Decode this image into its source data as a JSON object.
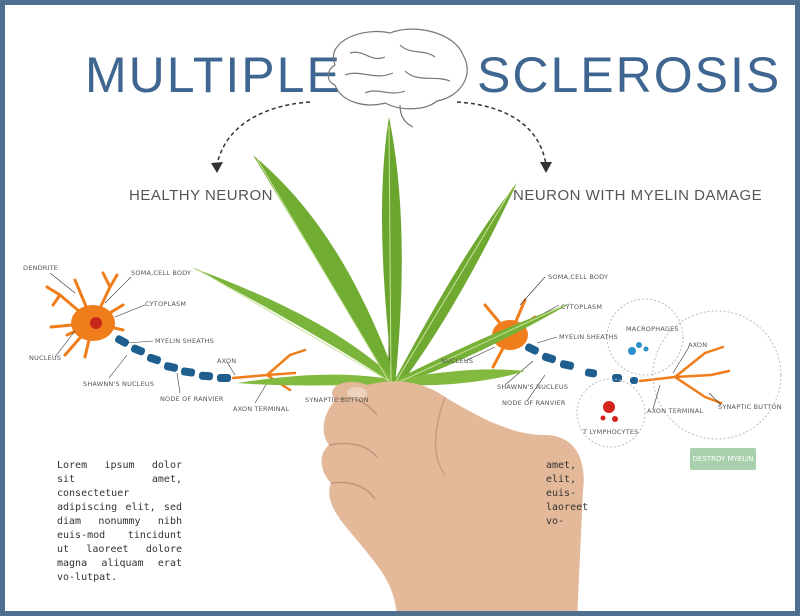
{
  "title": {
    "left": "MULTIPLE",
    "right": "SCLEROSIS"
  },
  "subheads": {
    "left": "HEALTHY NEURON",
    "right": "NEURON WITH MYELIN DAMAGE"
  },
  "healthy_labels": {
    "dendrite": "DENDRITE",
    "soma": "SOMA,CELL BODY",
    "cytoplasm": "CYTOPLASM",
    "myelin": "MYELIN SHEATHS",
    "nucleus": "NUCLEUS",
    "axon": "AXON",
    "shawnn": "SHAWNN'S NUCLEUS",
    "ranvier": "NODE OF RANVIER",
    "terminal": "AXON TERMINAL",
    "synaptic": "SYNAPTIC BUTTON"
  },
  "damaged_labels": {
    "soma": "SOMA,CELL BODY",
    "cytoplasm": "CYTOPLASM",
    "myelin": "MYELIN SHEATHS",
    "nucleus": "NUCLEUS",
    "shawnn": "SHAWNN'S NUCLEUS",
    "ranvier": "NODE OF RANVIER",
    "macrophages": "MACROPHAGES",
    "axon": "AXON",
    "terminal": "AXON TERMINAL",
    "synaptic": "SYNAPTIC BUTTON",
    "tlymph": "T LYMPHOCYTES"
  },
  "destroy_label": "DESTROY MYELIN",
  "lorem_left": "Lorem ipsum dolor sit amet, consectetuer adipiscing elit, sed diam nonummy nibh euis-mod tincidunt ut laoreet dolore magna aliquam erat vo-lutpat.",
  "lorem_right": "amet, elit, euis-laoreet vo-",
  "colors": {
    "title": "#3f6690",
    "frame": "#4f6f8e",
    "neuron": "#f07d1c",
    "myelin": "#1f5f8f",
    "leaf": "#5e9a2c",
    "skin": "#e3b99a",
    "destroy": "#a8d0ad"
  },
  "icons": [
    "brain-icon",
    "cannabis-leaf",
    "hand"
  ]
}
